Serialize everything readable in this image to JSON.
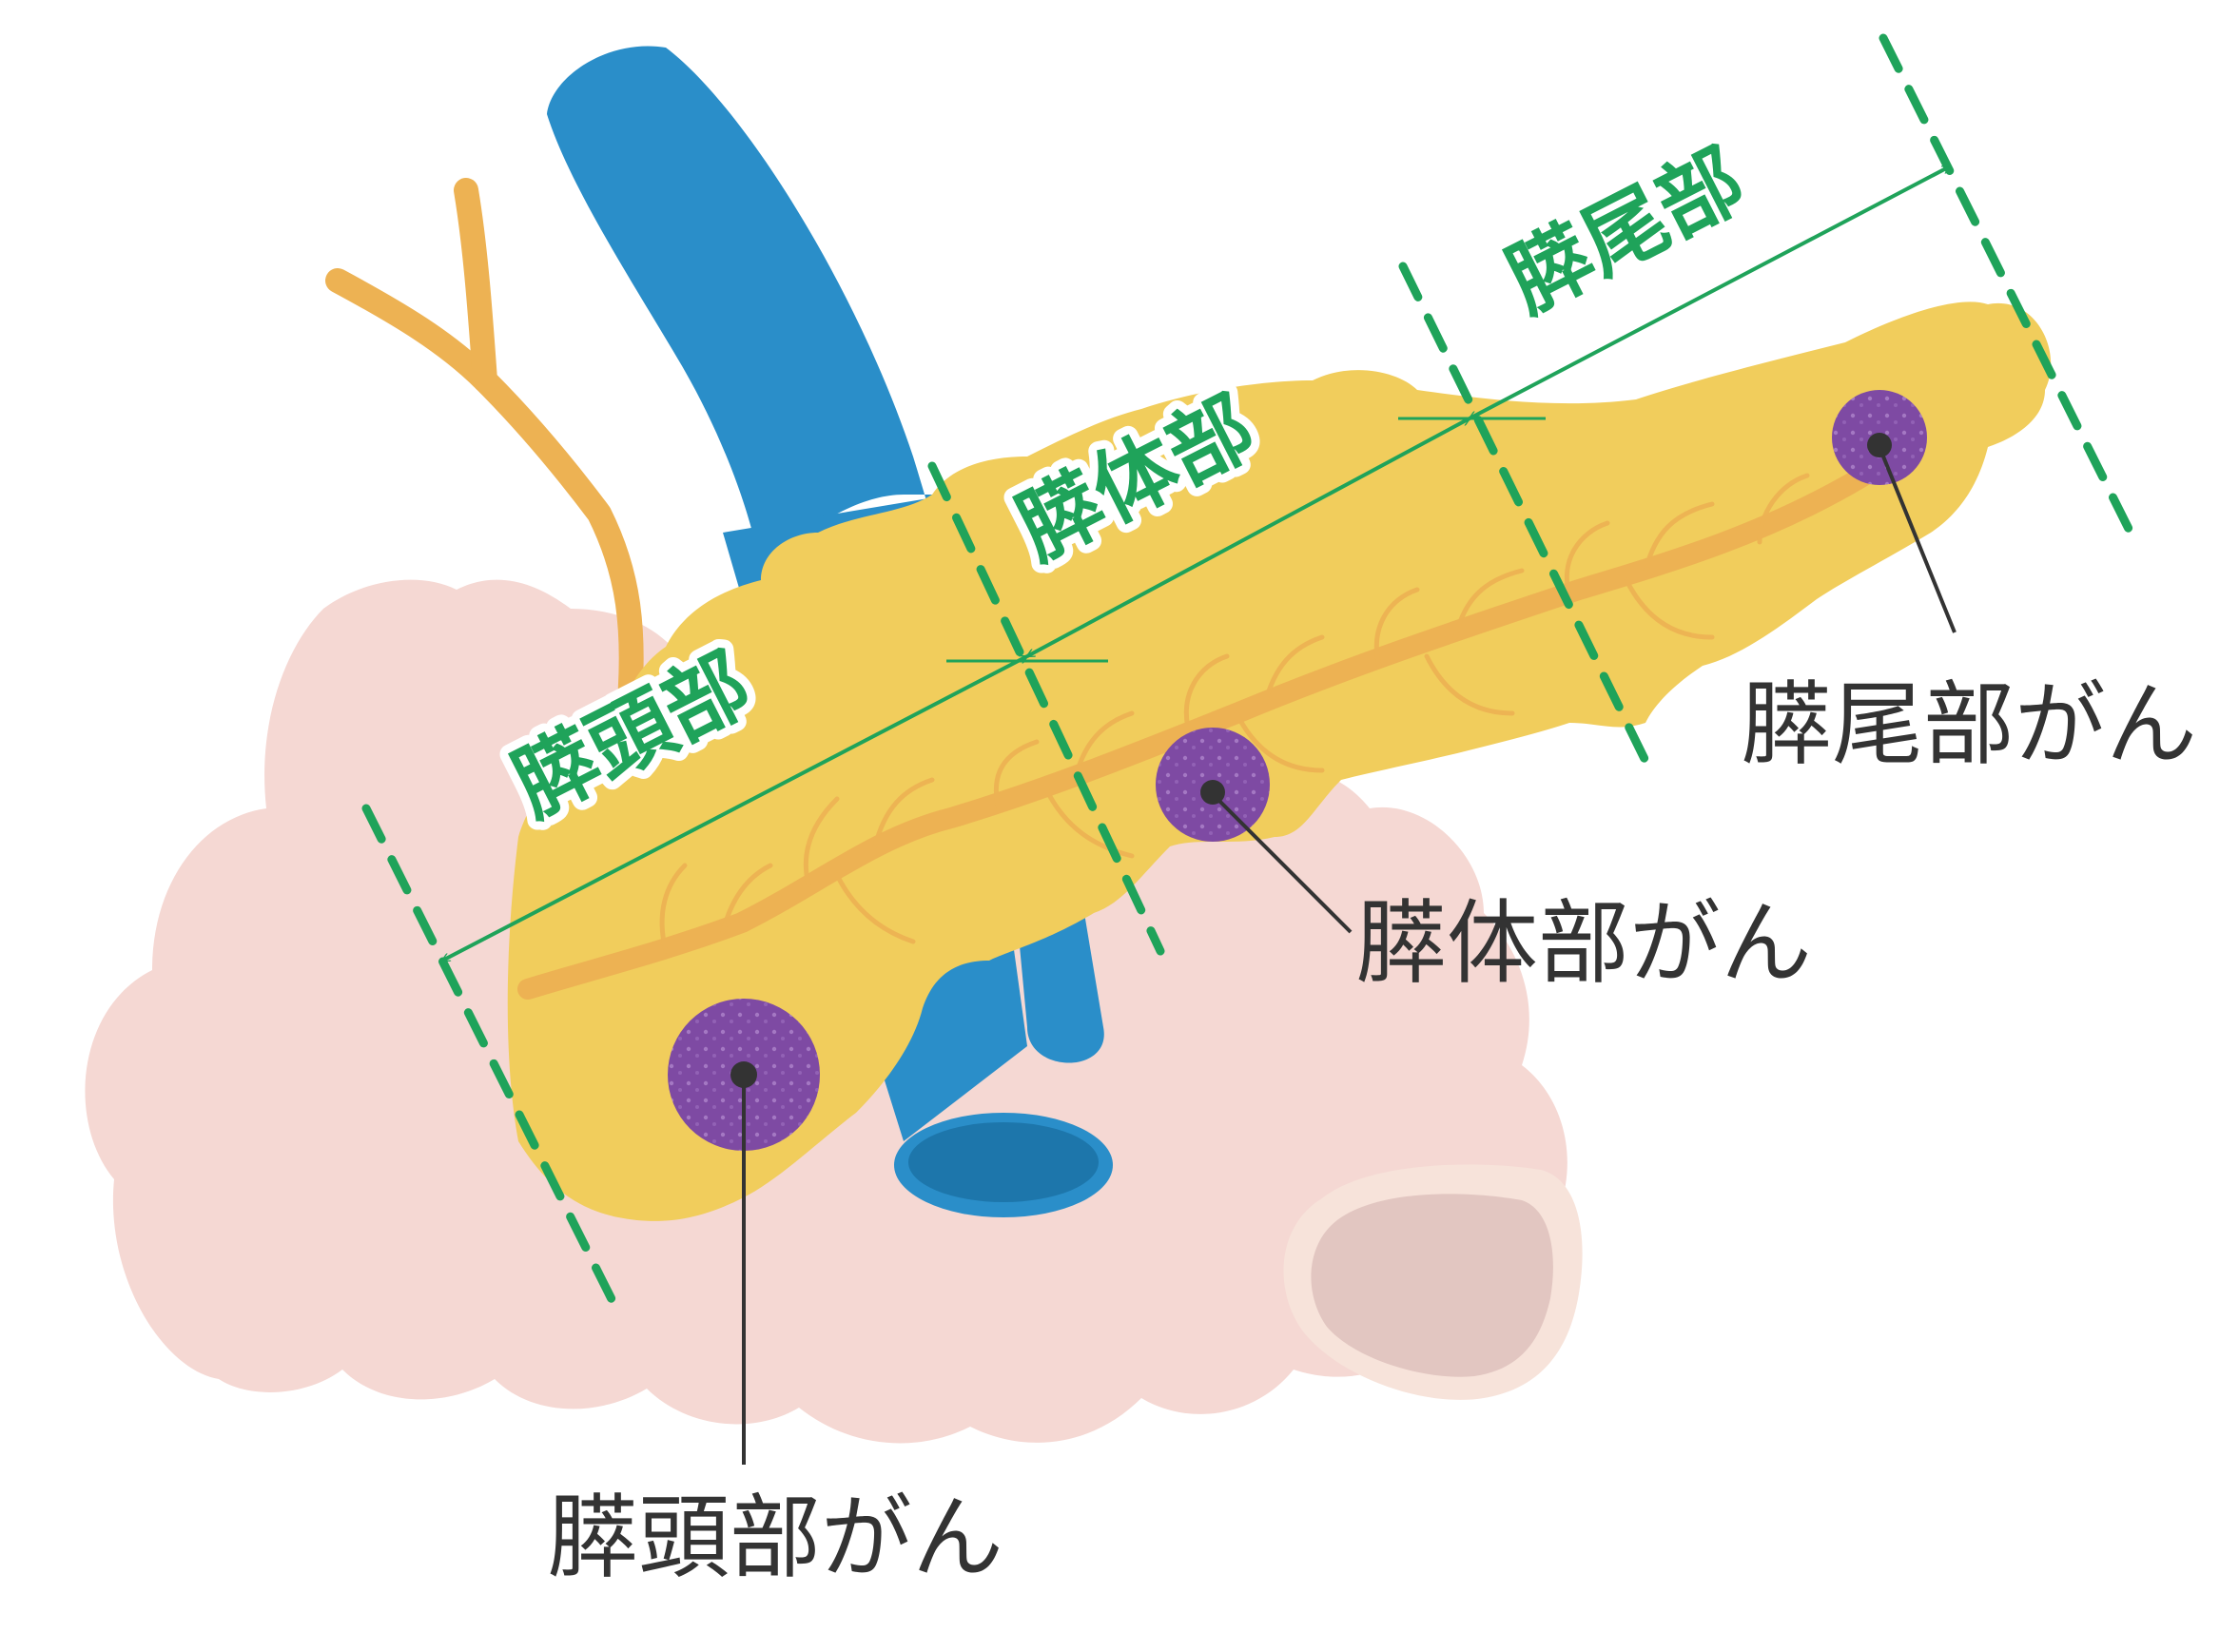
{
  "regions": {
    "head": "膵頭部",
    "body": "膵体部",
    "tail": "膵尾部"
  },
  "cancers": {
    "head": "膵頭部がん",
    "body": "膵体部がん",
    "tail": "膵尾部がん"
  },
  "colors": {
    "pancreas": "#f1cd5c",
    "pancreatic_duct": "#edb253",
    "vessel": "#2a8ec9",
    "intestine": "#f5d8d3",
    "tumor": "#7e4aa3",
    "divider": "#1fa35a",
    "leader_line": "#333333"
  }
}
